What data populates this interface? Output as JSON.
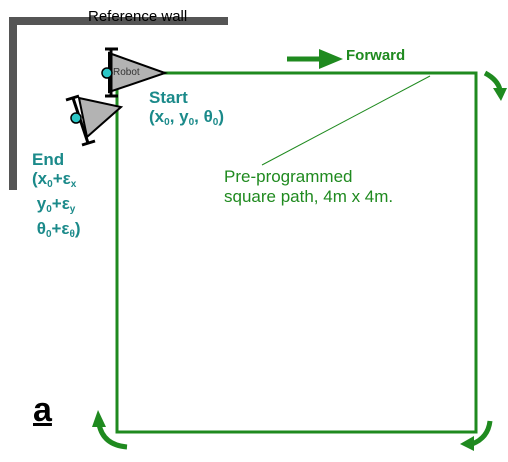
{
  "wall_label": "Reference wall",
  "forward_label": "Forward",
  "robot_label": "Robot",
  "start": {
    "title": "Start",
    "pose": [
      "(x",
      "0",
      ", y",
      "0",
      ", θ",
      "0",
      ")"
    ]
  },
  "end": {
    "title": "End",
    "line1": [
      "(x",
      "0",
      "+ε",
      "x"
    ],
    "line2": [
      "y",
      "0",
      "+ε",
      "y"
    ],
    "line3": [
      "θ",
      "0",
      "+ε",
      "θ",
      ")"
    ]
  },
  "path_label": [
    "Pre-programmed",
    "square path, 4m x 4m."
  ],
  "panel_letter": "a",
  "colors": {
    "path": "#1f8a1f",
    "teal": "#1b8a8a",
    "wall": "#555555",
    "robot": "#b3b3b3"
  }
}
